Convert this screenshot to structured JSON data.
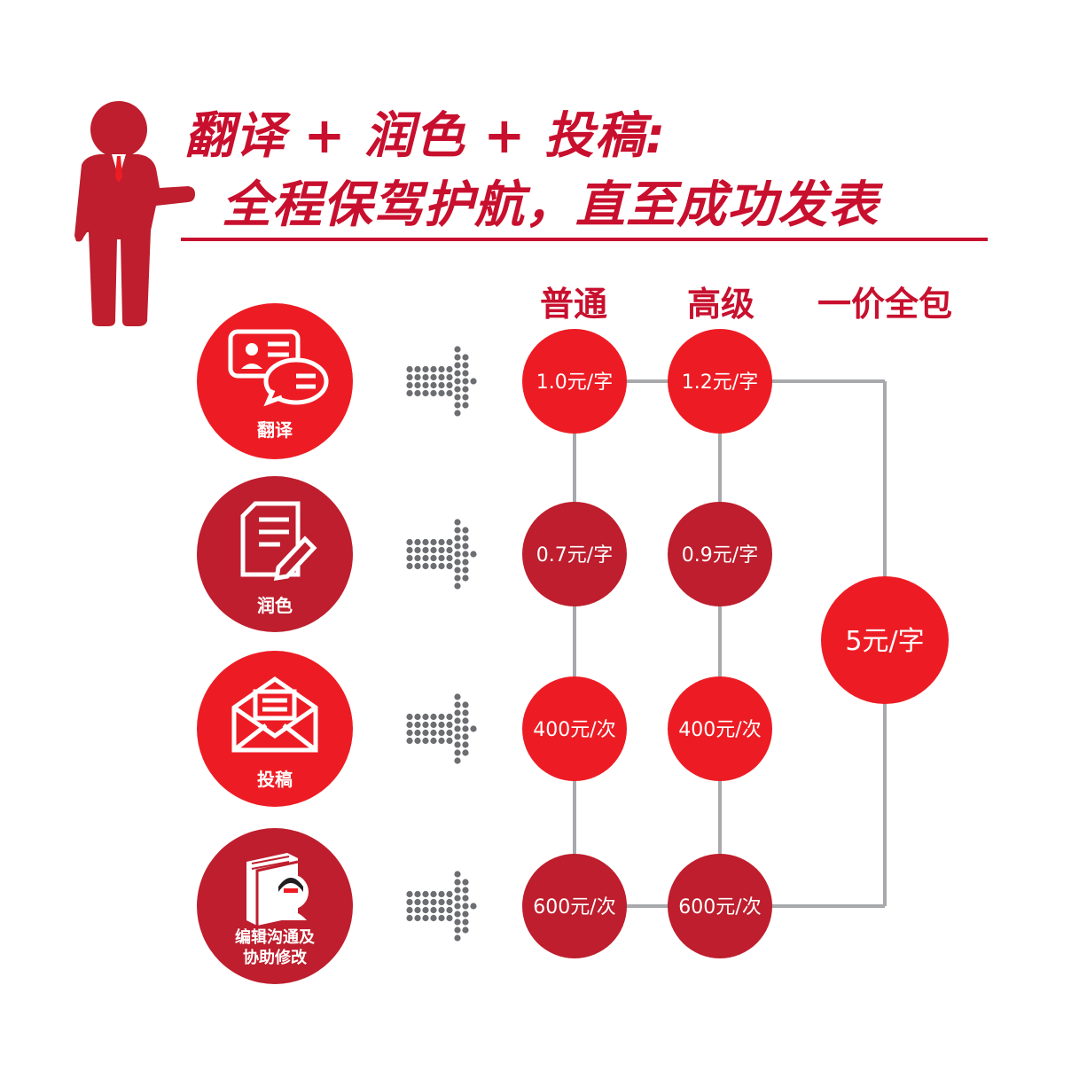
{
  "title": {
    "line1": "翻译 + 润色 + 投稿:",
    "line2": "全程保驾护航，直至成功发表"
  },
  "columns": [
    "普通",
    "高级",
    "一价全包"
  ],
  "services": [
    {
      "label": "翻译",
      "icon": "chat-bubbles-icon",
      "standard": "1.0元/字",
      "premium": "1.2元/字"
    },
    {
      "label": "润色",
      "icon": "document-pencil-icon",
      "standard": "0.7元/字",
      "premium": "0.9元/字"
    },
    {
      "label": "投稿",
      "icon": "envelope-icon",
      "standard": "400元/次",
      "premium": "400元/次"
    },
    {
      "label": "编辑沟通及\n协助修改",
      "label_lines": [
        "编辑沟通及",
        "协助修改"
      ],
      "icon": "book-editor-icon",
      "standard": "600元/次",
      "premium": "600元/次"
    }
  ],
  "all_inclusive": {
    "price": "5元/字"
  },
  "colors": {
    "bright_red": "#ed1c24",
    "dark_red": "#be1e2d",
    "title_red": "#c8102e",
    "connector_gray": "#a7a9ac",
    "arrow_gray": "#6d6e71"
  }
}
